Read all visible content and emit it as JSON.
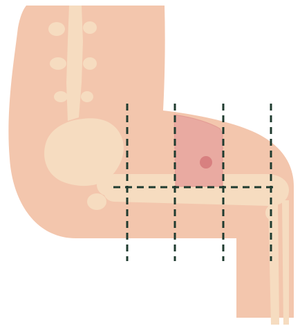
{
  "diagram": {
    "colors": {
      "background": "#ffffff",
      "skin": "#f3c6ad",
      "bone": "#f6dcc0",
      "highlight_region": "#e9aaa1",
      "highlight_edge": "#e39c95",
      "marker_dot": "#d88080",
      "grid_line": "#1f3b2f"
    },
    "grid": {
      "vertical_lines": 4,
      "horizontal_lines": 1,
      "style": "dashed"
    },
    "marker": {
      "shape": "circle"
    }
  }
}
